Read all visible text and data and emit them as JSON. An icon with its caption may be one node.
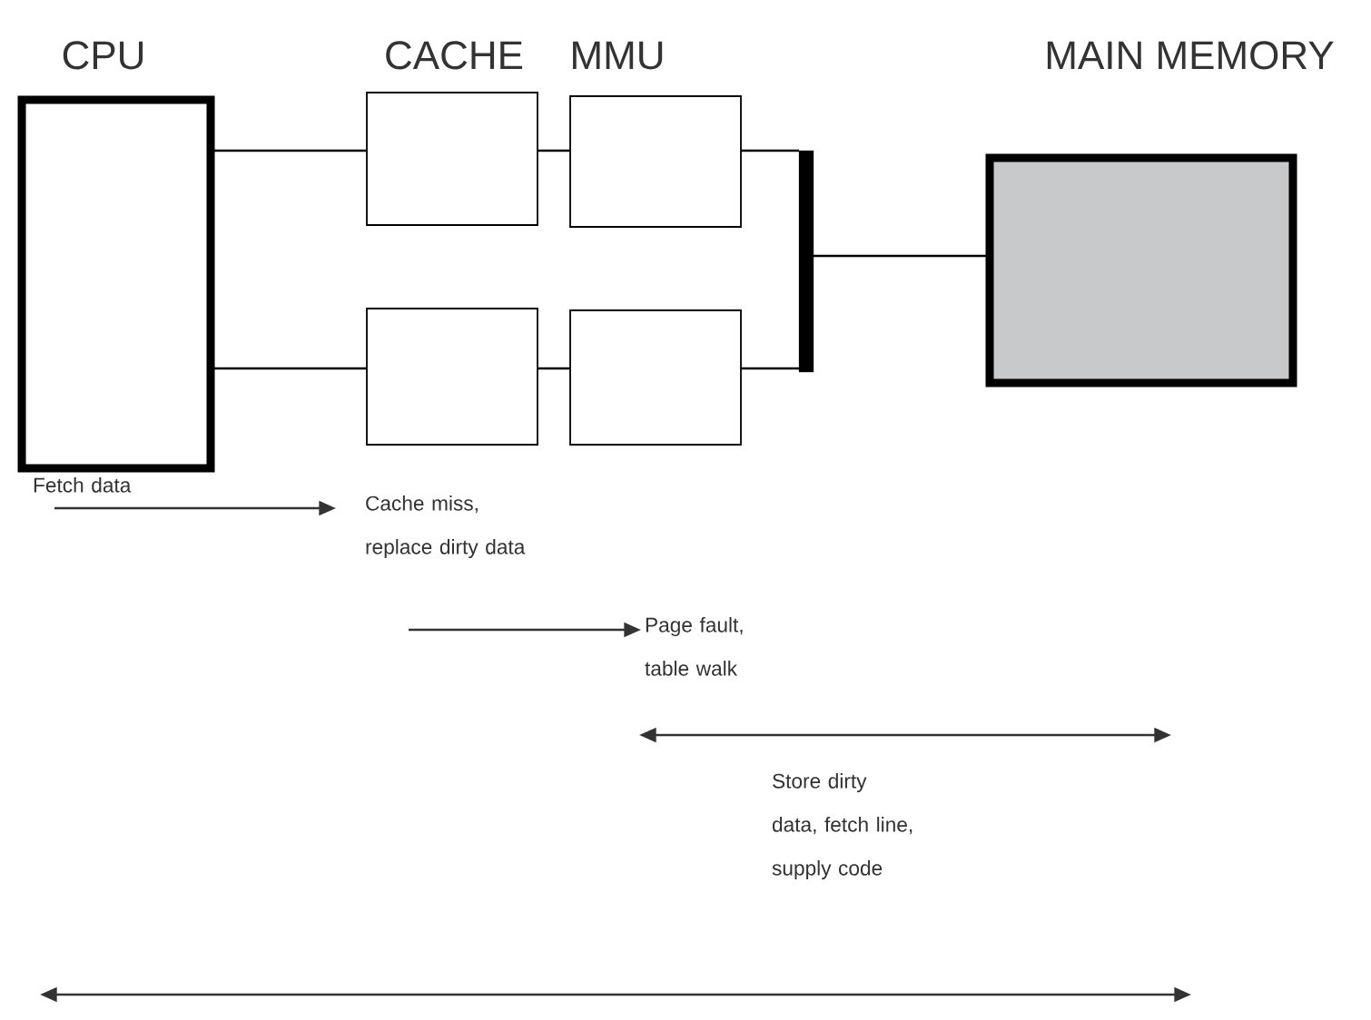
{
  "diagram": {
    "nodes": [
      {
        "text": [
          "CPU"
        ]
      },
      {
        "text": [
          "CACHE"
        ]
      },
      {
        "text": [
          "MMU"
        ]
      },
      {
        "text": [],
        "shape": "box"
      },
      {
        "text": [],
        "shape": "box"
      },
      {
        "text": [],
        "shape": "bar"
      },
      {
        "text": [
          "MAIN MEMORY"
        ]
      }
    ],
    "edges": [
      {
        "from": 0,
        "to": 1,
        "arrow": "none"
      },
      {
        "from": 1,
        "to": 2,
        "arrow": "none"
      },
      {
        "from": 2,
        "to": 5,
        "arrow": "none"
      },
      {
        "from": 0,
        "to": 3,
        "arrow": "none"
      },
      {
        "from": 3,
        "to": 4,
        "arrow": "none"
      },
      {
        "from": 4,
        "to": 5,
        "arrow": "none"
      },
      {
        "from": 5,
        "to": 6,
        "arrow": "none"
      }
    ],
    "labels": [
      "Fetch data",
      "Cache miss, replace dirty data",
      "Page fault, table walk",
      "Store dirty data, fetch line, supply code"
    ]
  }
}
